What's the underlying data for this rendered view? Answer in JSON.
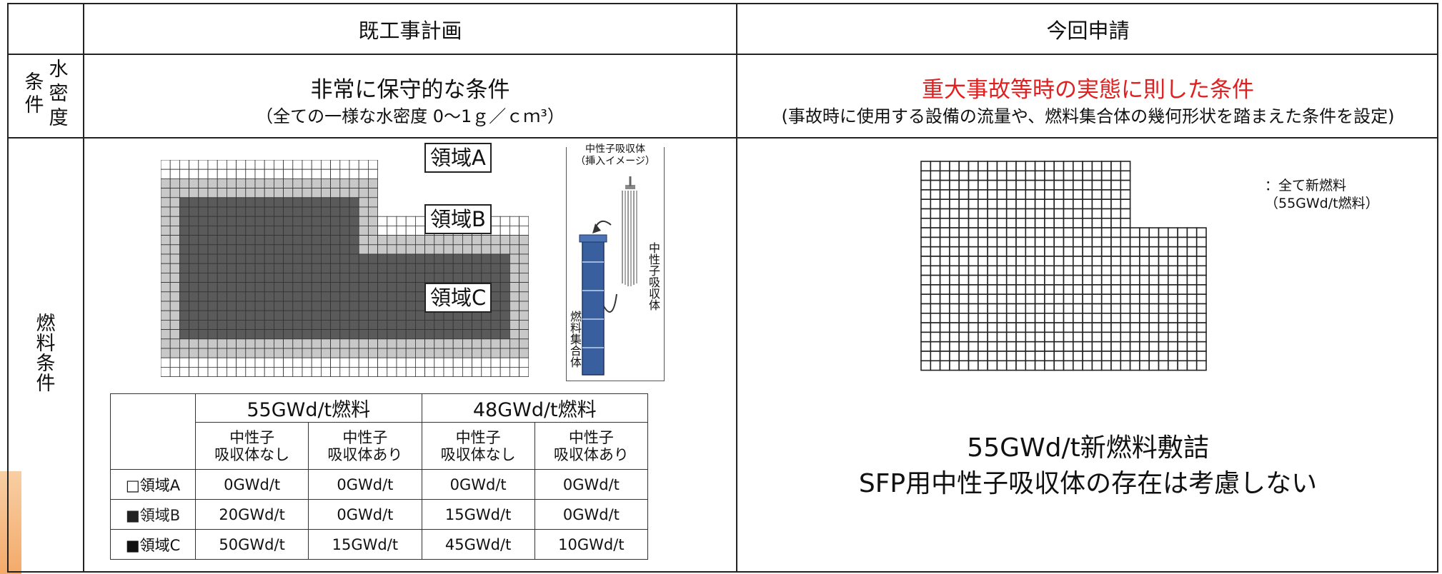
{
  "header": {
    "col_existing": "既工事計画",
    "col_current": "今回申請"
  },
  "rows": {
    "water_density_label": [
      "水",
      "条",
      "密",
      "件",
      "度"
    ],
    "fuel_label": [
      "燃",
      "料",
      "条",
      "件"
    ]
  },
  "existing": {
    "water_title": "非常に保守的な条件",
    "water_sub": "（全ての一様な水密度  0～1ｇ／ｃｍ³）",
    "region_a": "領域A",
    "region_b": "領域B",
    "region_c": "領域C",
    "absorber_caption_line1": "中性子吸収体",
    "absorber_caption_line2": "（挿入イメージ）",
    "absorber_vertical": "中性子吸収体",
    "assembly_vertical": "燃料集合体",
    "table": {
      "group1": "55GWd/t燃料",
      "group2": "48GWd/t燃料",
      "sub_none": [
        "中性子",
        "吸収体なし"
      ],
      "sub_with": [
        "中性子",
        "吸収体あり"
      ],
      "rows": [
        {
          "label": "□領域A",
          "values": [
            "0GWd/t",
            "0GWd/t",
            "0GWd/t",
            "0GWd/t"
          ]
        },
        {
          "label": "■領域B",
          "values": [
            "20GWd/t",
            "0GWd/t",
            "15GWd/t",
            "0GWd/t"
          ]
        },
        {
          "label": "■領域C",
          "values": [
            "50GWd/t",
            "15GWd/t",
            "45GWd/t",
            "10GWd/t"
          ]
        }
      ]
    }
  },
  "current": {
    "water_title": "重大事故等時の実態に則した条件",
    "water_sub": "(事故時に使用する設備の流量や、燃料集合体の幾何形状を踏まえた条件を設定)",
    "legend_line1": "：全て新燃料",
    "legend_line2": "（55GWd/t燃料）",
    "caption_line1": "55GWd/t新燃料敷詰",
    "caption_line2": "SFP用中性子吸収体の存在は考慮しない"
  },
  "colors": {
    "accent_red": "#e02020",
    "region_b_gray": "#c8c8c8",
    "region_c_dark": "#5a5a5a",
    "assembly_blue": "#3a5f9e"
  }
}
